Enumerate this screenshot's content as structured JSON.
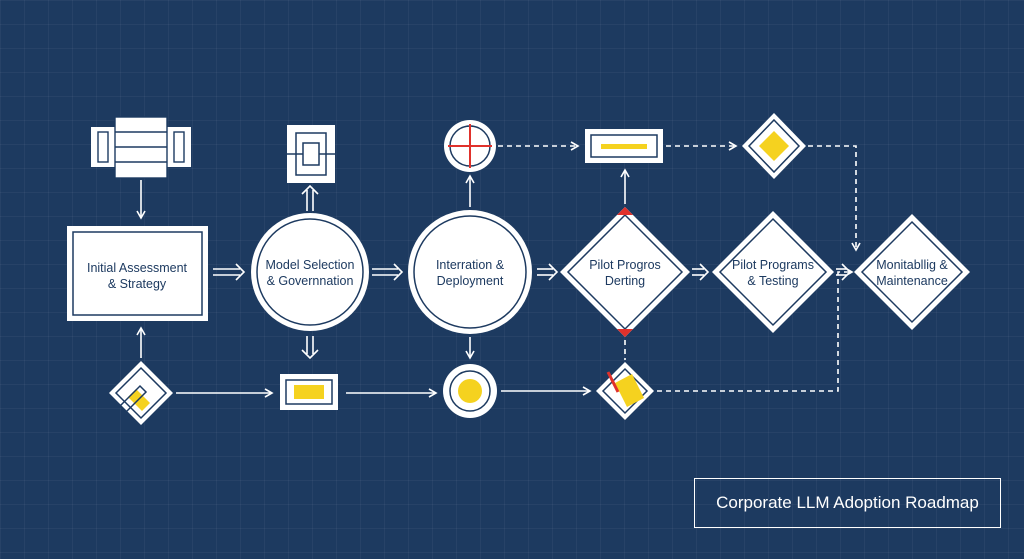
{
  "colors": {
    "background": "#1d3a60",
    "node_fill": "#ffffff",
    "node_text": "#1d3a60",
    "accent_yellow": "#f5d21f",
    "accent_red": "#e0312b",
    "connector": "#ffffff"
  },
  "nodes": {
    "n1": {
      "line1": "Initial Assessment",
      "line2": "& Strategy"
    },
    "n2": {
      "line1": "Model Selection",
      "line2": "& Governnation"
    },
    "n3": {
      "line1": "Interration &",
      "line2": "Deployment"
    },
    "n4": {
      "line1": "Pilot Progros",
      "line2": "Derting"
    },
    "n5": {
      "line1": "Pilot Programs",
      "line2": "& Testing"
    },
    "n6": {
      "line1": "Monitabllig &",
      "line2": "Maintenance"
    }
  },
  "icons": {
    "server": "server-rack-icon",
    "module": "module-icon",
    "crosshair": "crosshair-icon",
    "bar": "progress-bar-icon",
    "diamond": "diamond-icon",
    "pencil": "pencil-diamond-icon",
    "rect": "yellow-rect-icon",
    "circle": "yellow-circle-icon",
    "flag": "flag-diamond-icon"
  },
  "title": "Corporate LLM Adoption Roadmap"
}
